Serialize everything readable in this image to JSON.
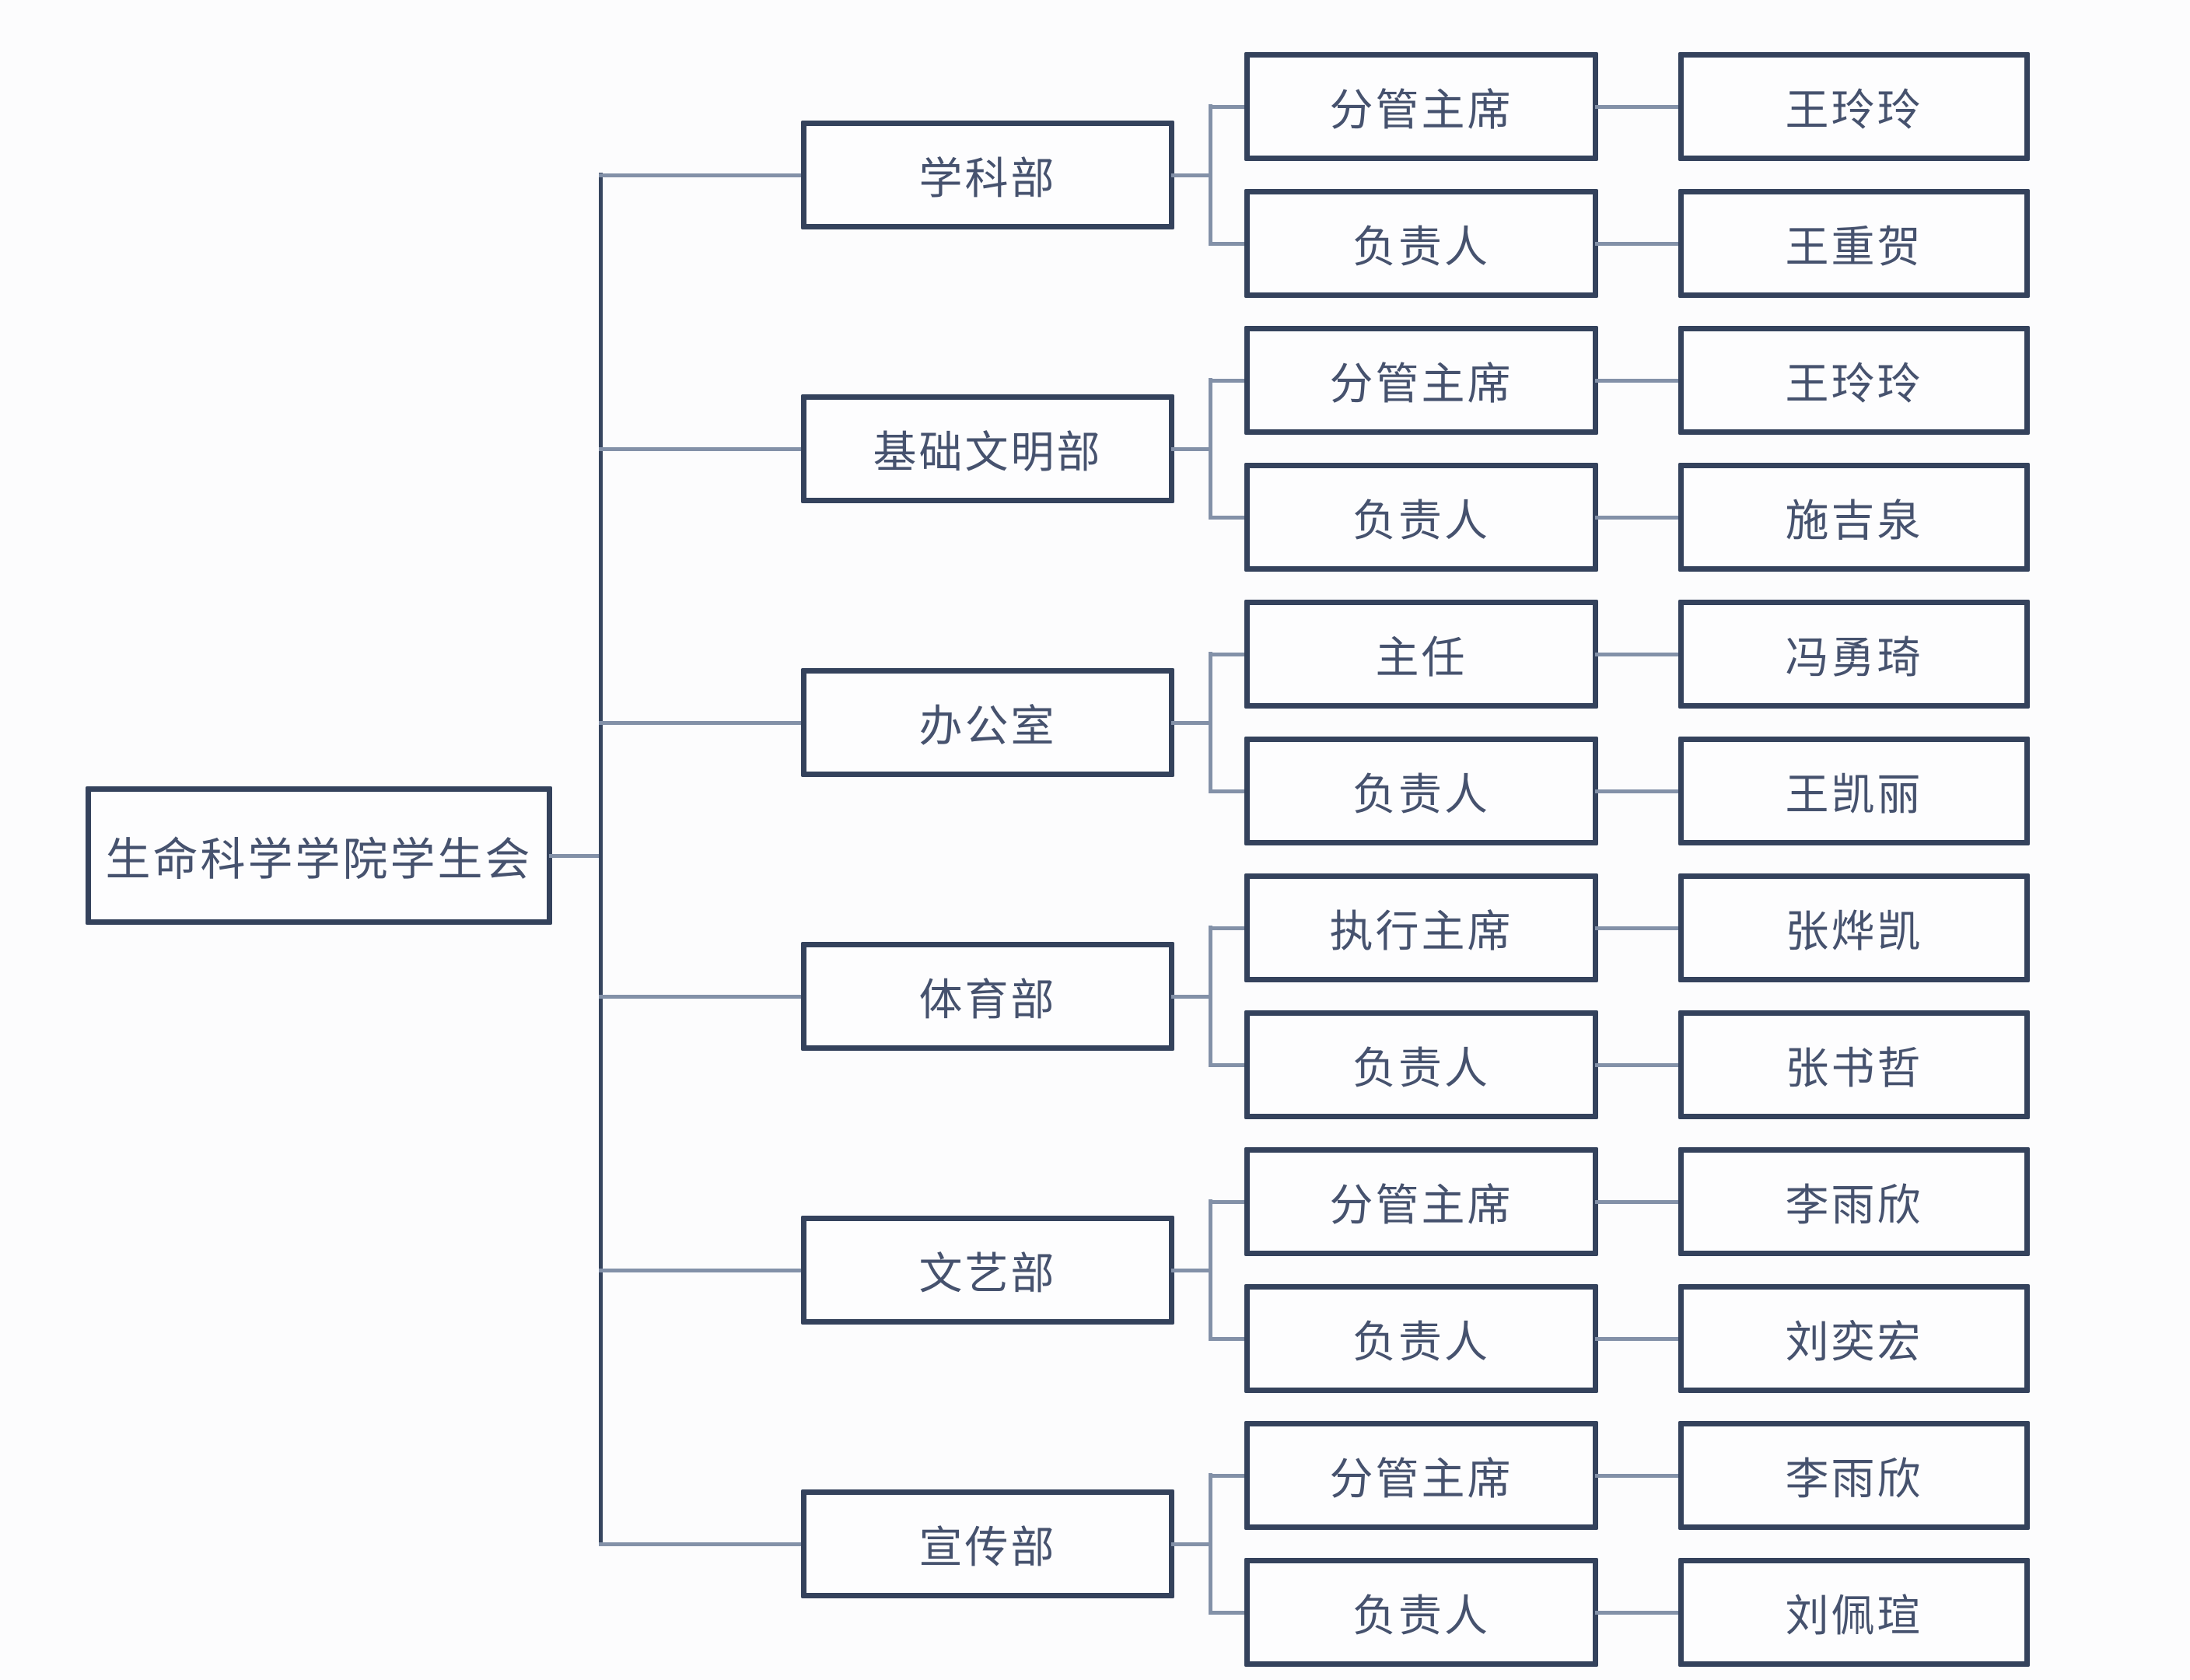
{
  "root": {
    "label": "生命科学学院学生会"
  },
  "groups": [
    {
      "department": "学科部",
      "roles": [
        {
          "title": "分管主席",
          "name": "王玲玲"
        },
        {
          "title": "负责人",
          "name": "王重贺"
        }
      ]
    },
    {
      "department": "基础文明部",
      "roles": [
        {
          "title": "分管主席",
          "name": "王玲玲"
        },
        {
          "title": "负责人",
          "name": "施吉泉"
        }
      ]
    },
    {
      "department": "办公室",
      "roles": [
        {
          "title": "主任",
          "name": "冯勇琦"
        },
        {
          "title": "负责人",
          "name": "王凯丽"
        }
      ]
    },
    {
      "department": "体育部",
      "roles": [
        {
          "title": "执行主席",
          "name": "张烨凯"
        },
        {
          "title": "负责人",
          "name": "张书哲"
        }
      ]
    },
    {
      "department": "文艺部",
      "roles": [
        {
          "title": "分管主席",
          "name": "李雨欣"
        },
        {
          "title": "负责人",
          "name": "刘奕宏"
        }
      ]
    },
    {
      "department": "宣传部",
      "roles": [
        {
          "title": "分管主席",
          "name": "李雨欣"
        },
        {
          "title": "负责人",
          "name": "刘佩瑄"
        }
      ]
    }
  ],
  "colors": {
    "box_border": "#34425c",
    "box_fill": "#fdfdfe",
    "text": "#46526e",
    "connector": "#8391a8",
    "spine": "#36455f",
    "background": "#fcfcfd"
  }
}
